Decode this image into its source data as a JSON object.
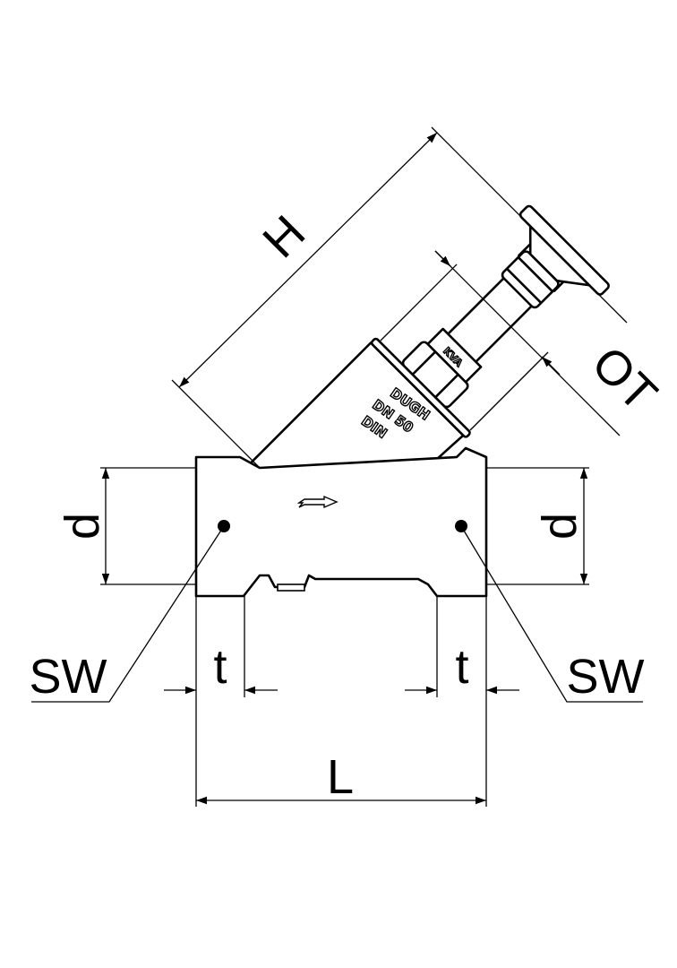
{
  "labels": {
    "height": "H",
    "opening_travel": "OT",
    "diameter_left": "d",
    "diameter_right": "d",
    "thread_left": "t",
    "thread_right": "t",
    "length": "L",
    "wrench_left": "SW",
    "wrench_right": "SW"
  },
  "body_markings": [
    "DUGH",
    "DN 50",
    "DIN"
  ],
  "collar_marking": "KVA",
  "colors": {
    "line": "#000000",
    "background": "#ffffff"
  }
}
